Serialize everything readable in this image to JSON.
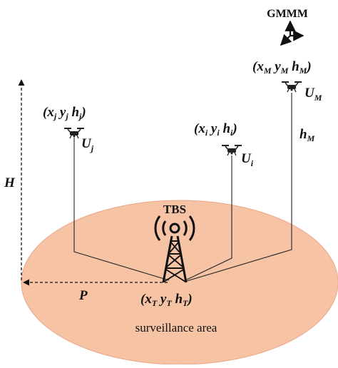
{
  "legend": {
    "gmmm": "GMMM"
  },
  "dimensions": {
    "height_label": "H",
    "radius_label": "P"
  },
  "uavs": {
    "j": {
      "coord": [
        "(x",
        "j",
        " y",
        "j",
        " h",
        "j",
        ")"
      ],
      "name": [
        "U",
        "j"
      ]
    },
    "i": {
      "coord": [
        "(x",
        "i",
        " y",
        "i",
        " h",
        "i",
        ")"
      ],
      "name": [
        "U",
        "i"
      ]
    },
    "m": {
      "coord": [
        "(x",
        "M",
        " y",
        "M",
        " h",
        "M",
        ")"
      ],
      "name": [
        "U",
        "M"
      ],
      "height": [
        "h",
        "M"
      ]
    }
  },
  "tbs": {
    "label": "TBS",
    "coord": [
      "(x",
      "T",
      " y",
      "T",
      " h",
      "T",
      ")"
    ]
  },
  "area": {
    "label": "surveillance area"
  },
  "colors": {
    "area_fill": "#f7c3a5",
    "area_stroke": "#e8a787",
    "line": "#222222"
  }
}
